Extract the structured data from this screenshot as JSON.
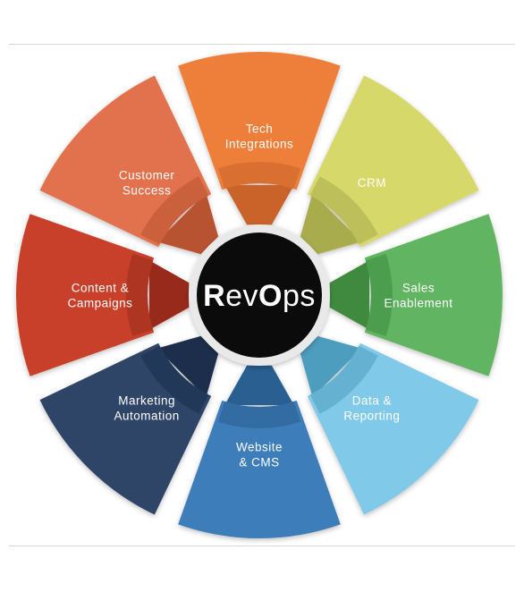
{
  "center": {
    "label_parts": [
      "R",
      "ev",
      "O",
      "ps"
    ]
  },
  "segments": [
    {
      "id": "tech-integrations",
      "lines": [
        "Tech",
        "Integrations"
      ],
      "color": "#EE7F3A",
      "inner": "#C9632A"
    },
    {
      "id": "crm",
      "lines": [
        "CRM"
      ],
      "color": "#D6D86A",
      "inner": "#A9AC4D"
    },
    {
      "id": "sales-enablement",
      "lines": [
        "Sales",
        "Enablement"
      ],
      "color": "#61B462",
      "inner": "#3F8A40"
    },
    {
      "id": "data-reporting",
      "lines": [
        "Data &",
        "Reporting"
      ],
      "color": "#80C9E8",
      "inner": "#4E9DBE"
    },
    {
      "id": "website-cms",
      "lines": [
        "Website",
        "& CMS"
      ],
      "color": "#3E7DB9",
      "inner": "#2A5E92"
    },
    {
      "id": "marketing-automation",
      "lines": [
        "Marketing",
        "Automation"
      ],
      "color": "#2E4568",
      "inner": "#1D2F4B"
    },
    {
      "id": "content-campaigns",
      "lines": [
        "Content &",
        "Campaigns"
      ],
      "color": "#C8402C",
      "inner": "#98291A"
    },
    {
      "id": "customer-success",
      "lines": [
        "Customer",
        "Success"
      ],
      "color": "#E2714D",
      "inner": "#B85232"
    }
  ]
}
